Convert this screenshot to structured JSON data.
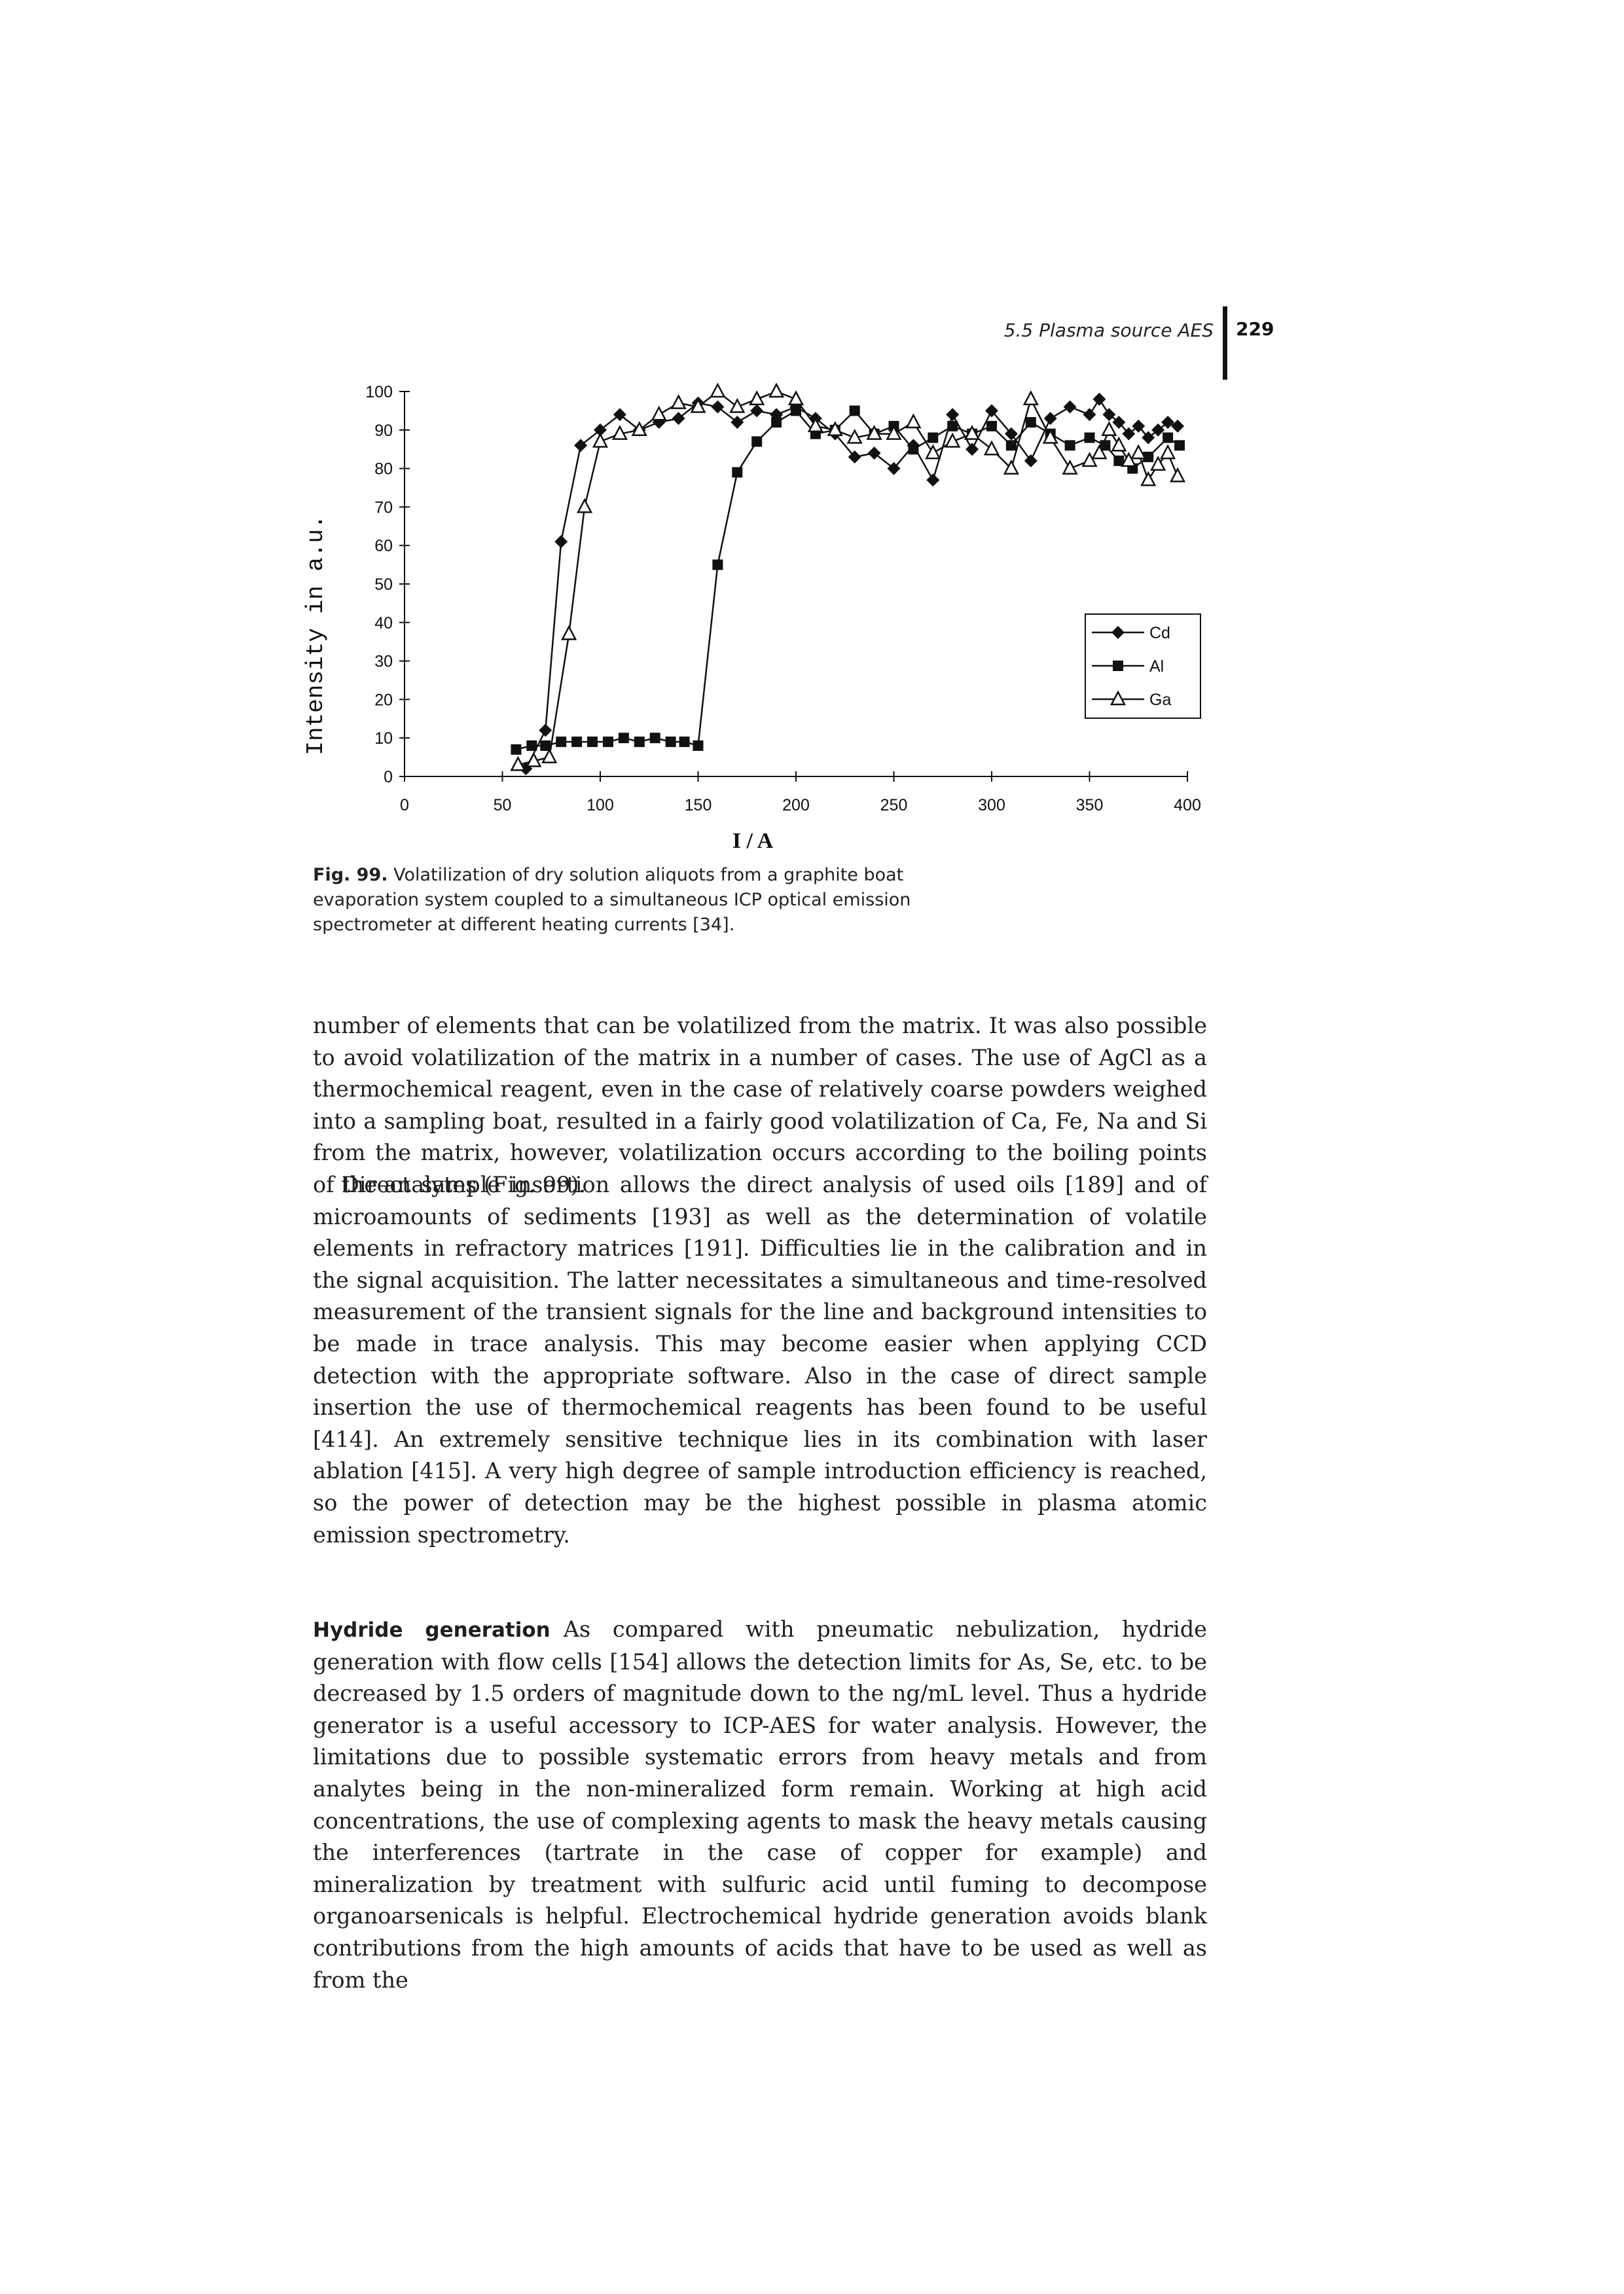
{
  "header": {
    "running_head": "5.5 Plasma source AES",
    "page_number": "229"
  },
  "figure": {
    "caption_label": "Fig. 99.",
    "caption_text": "Volatilization of dry solution aliquots from a graphite boat evaporation system coupled to a simultaneous ICP optical emission spectrometer at different heating currents [34]."
  },
  "chart_data": {
    "type": "line",
    "title": "",
    "xlabel": "I / A",
    "ylabel": "Intensity in a.u.",
    "xlim": [
      0,
      400
    ],
    "ylim": [
      0,
      100
    ],
    "xticks": [
      0,
      50,
      100,
      150,
      200,
      250,
      300,
      350,
      400
    ],
    "yticks": [
      0,
      10,
      20,
      30,
      40,
      50,
      60,
      70,
      80,
      90,
      100
    ],
    "grid": false,
    "legend_position": "right",
    "series": [
      {
        "name": "Cd",
        "marker": "diamond",
        "x": [
          62,
          72,
          80,
          90,
          100,
          110,
          120,
          130,
          140,
          150,
          160,
          170,
          180,
          190,
          200,
          210,
          220,
          230,
          240,
          250,
          260,
          270,
          280,
          290,
          300,
          310,
          320,
          330,
          340,
          350,
          355,
          360,
          365,
          370,
          375,
          380,
          385,
          390,
          395
        ],
        "y": [
          2,
          12,
          61,
          86,
          90,
          94,
          90,
          92,
          93,
          97,
          96,
          92,
          95,
          94,
          96,
          93,
          89,
          83,
          84,
          80,
          86,
          77,
          94,
          85,
          95,
          89,
          82,
          93,
          96,
          94,
          98,
          94,
          92,
          89,
          91,
          88,
          90,
          92,
          91
        ]
      },
      {
        "name": "Al",
        "marker": "square",
        "x": [
          57,
          65,
          72,
          80,
          88,
          96,
          104,
          112,
          120,
          128,
          136,
          143,
          150,
          160,
          170,
          180,
          190,
          200,
          210,
          220,
          230,
          240,
          250,
          260,
          270,
          280,
          290,
          300,
          310,
          320,
          330,
          340,
          350,
          358,
          365,
          372,
          380,
          390,
          396
        ],
        "y": [
          7,
          8,
          8,
          9,
          9,
          9,
          9,
          10,
          9,
          10,
          9,
          9,
          8,
          55,
          79,
          87,
          92,
          95,
          89,
          90,
          95,
          89,
          91,
          85,
          88,
          91,
          89,
          91,
          86,
          92,
          89,
          86,
          88,
          86,
          82,
          80,
          83,
          88,
          86
        ]
      },
      {
        "name": "Ga",
        "marker": "triangle",
        "x": [
          58,
          66,
          74,
          84,
          92,
          100,
          110,
          120,
          130,
          140,
          150,
          160,
          170,
          180,
          190,
          200,
          210,
          220,
          230,
          240,
          250,
          260,
          270,
          280,
          290,
          300,
          310,
          320,
          330,
          340,
          350,
          355,
          360,
          365,
          370,
          375,
          380,
          385,
          390,
          395
        ],
        "y": [
          3,
          4,
          5,
          37,
          70,
          87,
          89,
          90,
          94,
          97,
          96,
          100,
          96,
          98,
          100,
          98,
          91,
          90,
          88,
          89,
          89,
          92,
          84,
          87,
          89,
          85,
          80,
          98,
          88,
          80,
          82,
          84,
          90,
          86,
          82,
          84,
          77,
          81,
          84,
          78
        ]
      }
    ]
  },
  "body": {
    "para1": "number of elements that can be volatilized from the matrix. It was also possible to avoid volatilization of the matrix in a number of cases. The use of AgCl as a thermochemical reagent, even in the case of relatively coarse powders weighed into a sampling boat, resulted in a fairly good volatilization of Ca, Fe, Na and Si from the matrix, however, volatilization occurs according to the boiling points of the analytes (Fig. 99).",
    "para2": "Direct sample insertion allows the direct analysis of used oils [189] and of microamounts of sediments [193] as well as the determination of volatile elements in refractory matrices [191]. Difficulties lie in the calibration and in the signal acquisition. The latter necessitates a simultaneous and time-resolved measurement of the transient signals for the line and background intensities to be made in trace analysis. This may become easier when applying CCD detection with the appropriate software. Also in the case of direct sample insertion the use of thermochemical reagents has been found to be useful [414]. An extremely sensitive technique lies in its combination with laser ablation [415]. A very high degree of sample introduction efficiency is reached, so the power of detection may be the highest possible in plasma atomic emission spectrometry.",
    "para3_heading": "Hydride generation",
    "para3": "As compared with pneumatic nebulization, hydride generation with flow cells [154] allows the detection limits for As, Se, etc. to be decreased by 1.5 orders of magnitude down to the ng/mL level. Thus a hydride generator is a useful accessory to ICP-AES for water analysis. However, the limitations due to possible systematic errors from heavy metals and from analytes being in the non-mineralized form remain. Working at high acid concentrations, the use of complexing agents to mask the heavy metals causing the interferences (tartrate in the case of copper for example) and mineralization by treatment with sulfuric acid until fuming to decompose organoarsenicals is helpful. Electrochemical hydride generation avoids blank contributions from the high amounts of acids that have to be used as well as from the"
  }
}
